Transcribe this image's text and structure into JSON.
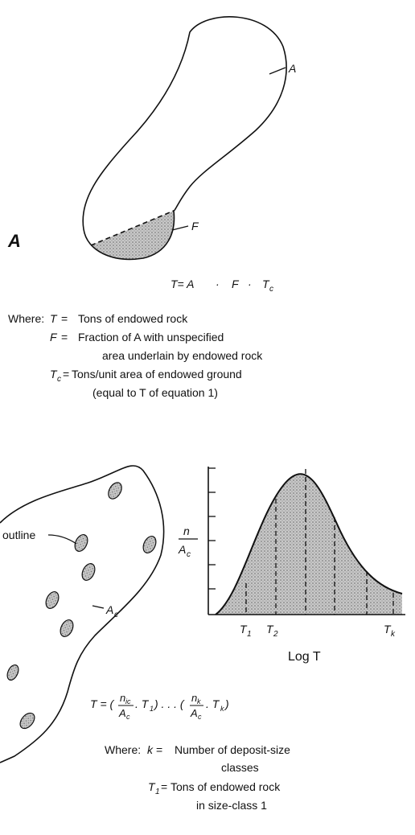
{
  "panel_a": {
    "label": "A",
    "shape_label_a": "A",
    "shape_label_f": "F",
    "equation": {
      "lhs": "T= A",
      "dot1": "·",
      "f": "F",
      "dot2": "·",
      "tc": "T",
      "tc_sub": "c"
    },
    "where_prefix": "Where:",
    "defs": [
      {
        "sym": "T",
        "sub": "",
        "eq": "=",
        "text": "Tons of endowed rock"
      },
      {
        "sym": "F",
        "sub": "",
        "eq": "=",
        "text": "Fraction of A with unspecified",
        "text2": "area underlain by endowed rock"
      },
      {
        "sym": "T",
        "sub": "c",
        "eq": "=",
        "text": "Tons/unit area of endowed ground",
        "text2": "(equal to T of equation 1)"
      }
    ]
  },
  "panel_b": {
    "outline_label": "outline",
    "ac_label": "A",
    "ac_sub": "c",
    "y_axis_label_top": "n",
    "y_axis_label_bottom": "A",
    "y_axis_label_sub": "c",
    "x_axis_label": "Log T",
    "ticks": [
      {
        "sym": "T",
        "sub": "1"
      },
      {
        "sym": "T",
        "sub": "2"
      },
      {
        "sym": "T",
        "sub": "k"
      }
    ],
    "equation": "T = (n_ic/A_c · T_1) . . . (n_k/A_c · T_k)",
    "where_prefix": "Where:",
    "defs": [
      {
        "sym": "k",
        "sub": "",
        "eq": "=",
        "text": "Number of deposit-size",
        "text2": "classes"
      },
      {
        "sym": "T",
        "sub": "1",
        "eq": "=",
        "text": "Tons of endowed rock",
        "text2": "in size-class 1"
      }
    ]
  },
  "colors": {
    "ink": "#111111",
    "fill": "#bdbdbd",
    "paper": "#ffffff"
  }
}
